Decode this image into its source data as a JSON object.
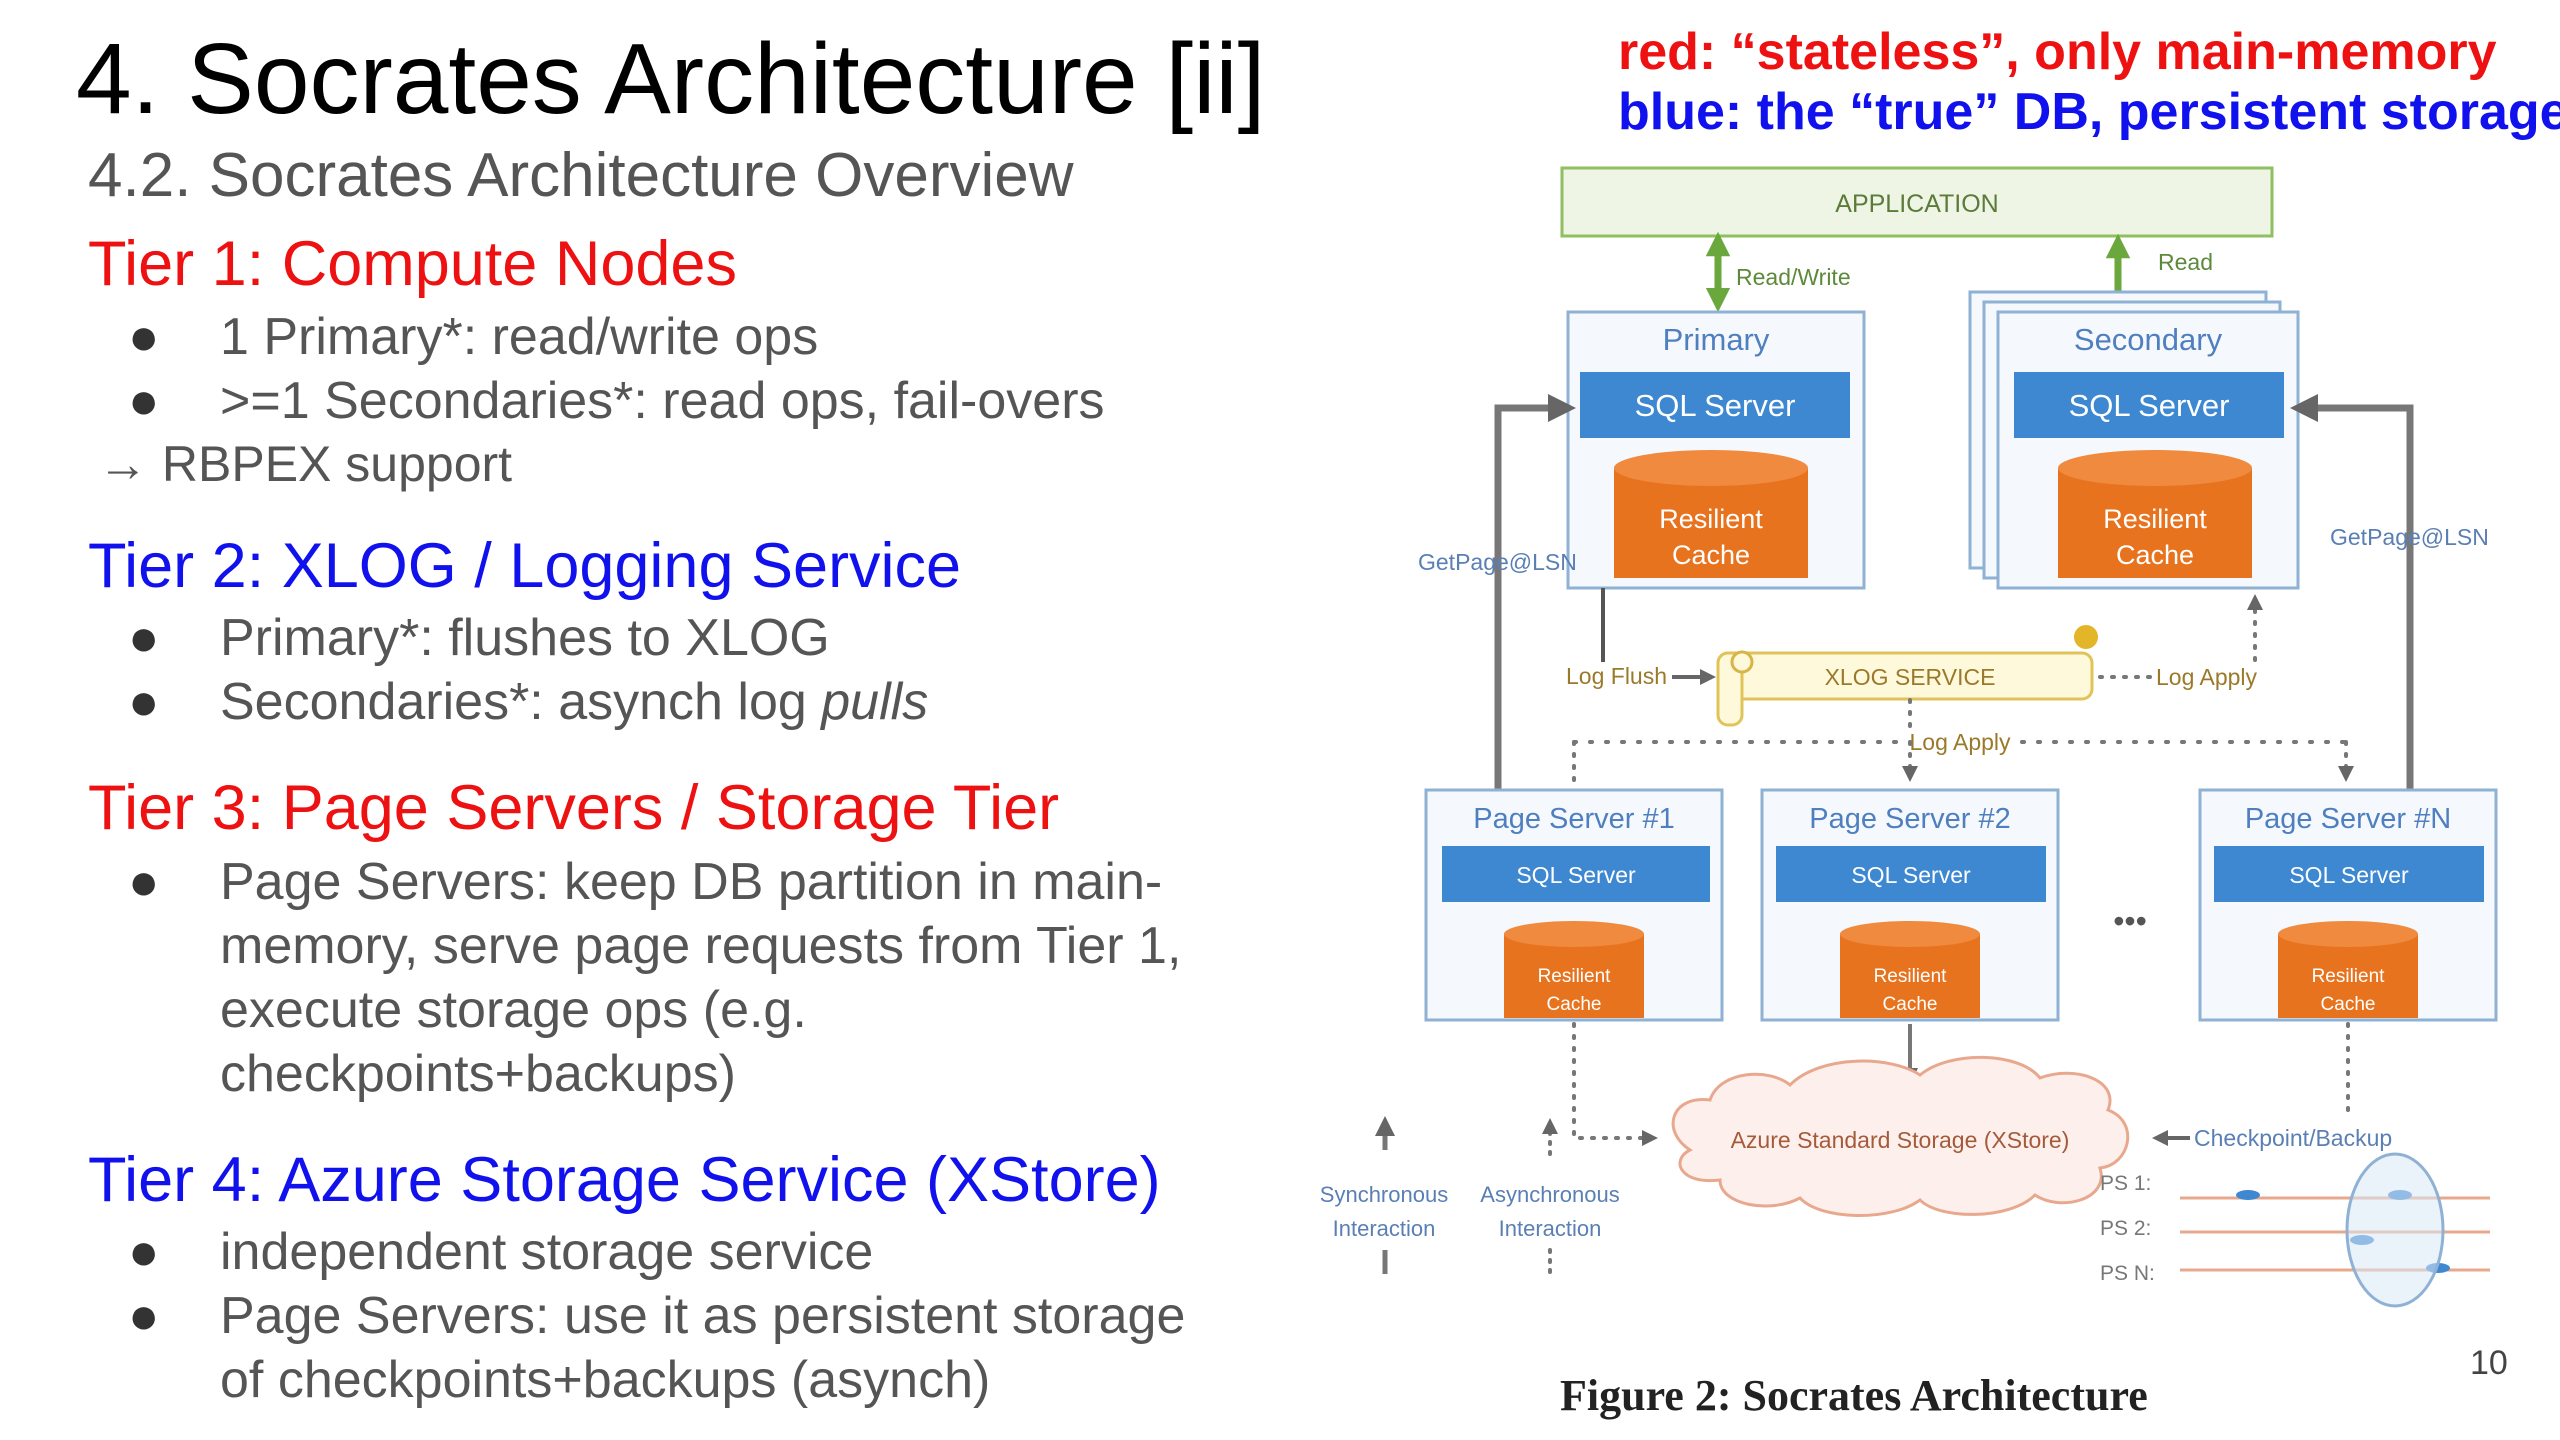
{
  "slide": {
    "title": "4. Socrates Architecture [ii]",
    "subtitle": "4.2. Socrates Architecture Overview",
    "page_number": "10"
  },
  "legend": {
    "red": "red: “stateless”, only main-memory",
    "blue": "blue: the “true” DB, persistent storage"
  },
  "colors": {
    "red": "#ee1111",
    "blue": "#1111ee",
    "gray_text": "#555555"
  },
  "tiers": [
    {
      "heading": "Tier 1: Compute Nodes",
      "color": "red",
      "bullets": [
        "1 Primary*: read/write ops",
        ">=1 Secondaries*: read ops, fail-overs"
      ],
      "note": "→ RBPEX support"
    },
    {
      "heading": "Tier 2: XLOG / Logging Service",
      "color": "blue",
      "bullets": [
        "Primary*: flushes to XLOG",
        "Secondaries*: asynch log pulls"
      ]
    },
    {
      "heading": "Tier 3: Page Servers / Storage Tier",
      "color": "red",
      "bullets": [
        "Page Servers: keep DB partition in main-memory, serve page requests from Tier 1, execute storage ops (e.g. checkpoints+backups)"
      ]
    },
    {
      "heading": "Tier 4: Azure Storage Service (XStore)",
      "color": "blue",
      "bullets": [
        "independent storage service",
        "Page Servers: use it as persistent storage of checkpoints+backups (asynch)"
      ]
    }
  ],
  "diagram": {
    "application": "APPLICATION",
    "read_write": "Read/Write",
    "read": "Read",
    "primary": {
      "title": "Primary",
      "sql": "SQL Server",
      "cache_line1": "Resilient",
      "cache_line2": "Cache"
    },
    "secondary": {
      "title": "Secondary",
      "sql": "SQL Server",
      "cache_line1": "Resilient",
      "cache_line2": "Cache"
    },
    "getpage_left": "GetPage@LSN",
    "getpage_right": "GetPage@LSN",
    "log_flush": "Log Flush",
    "xlog_service": "XLOG SERVICE",
    "log_apply_right": "Log Apply",
    "log_apply_center": "Log Apply",
    "page_servers": [
      {
        "title": "Page Server #1",
        "sql": "SQL Server",
        "cache_line1": "Resilient",
        "cache_line2": "Cache"
      },
      {
        "title": "Page Server #2",
        "sql": "SQL Server",
        "cache_line1": "Resilient",
        "cache_line2": "Cache"
      },
      {
        "title": "Page Server #N",
        "sql": "SQL Server",
        "cache_line1": "Resilient",
        "cache_line2": "Cache"
      }
    ],
    "ellipsis": "•••",
    "azure_storage": "Azure Standard Storage (XStore)",
    "checkpoint_backup": "Checkpoint/Backup",
    "sync_line1": "Synchronous",
    "sync_line2": "Interaction",
    "async_line1": "Asynchronous",
    "async_line2": "Interaction",
    "ps_labels": [
      "PS 1:",
      "PS 2:",
      "PS N:"
    ]
  },
  "figure_caption": "Figure 2: Socrates Architecture"
}
